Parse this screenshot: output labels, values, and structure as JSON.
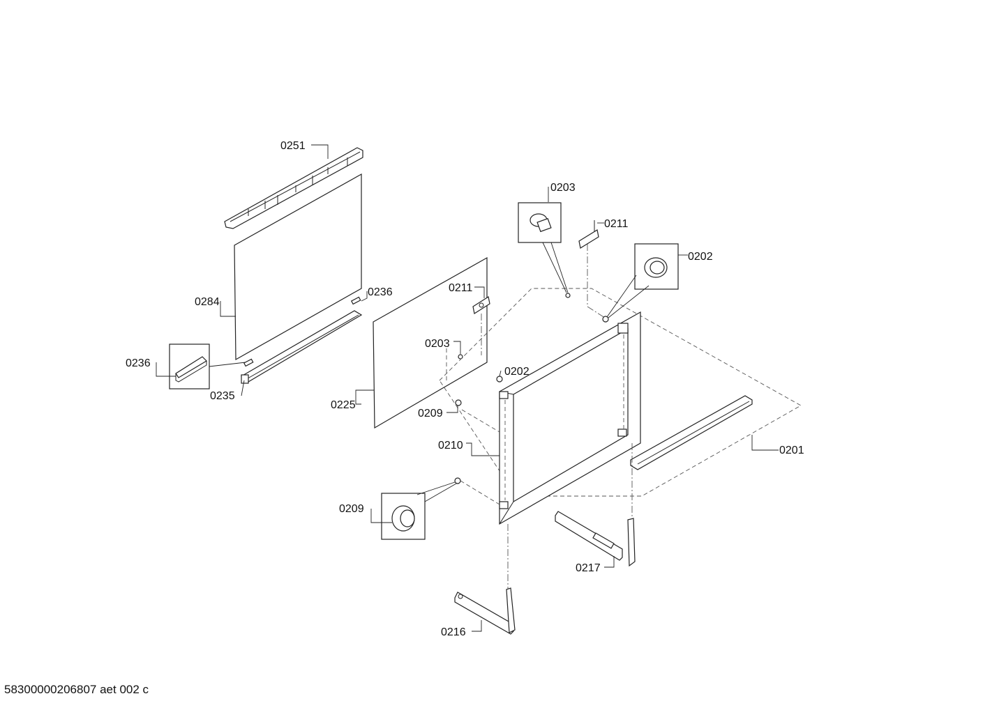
{
  "callouts": [
    {
      "id": "c0251",
      "text": "0251"
    },
    {
      "id": "c0284",
      "text": "0284"
    },
    {
      "id": "c0236a",
      "text": "0236"
    },
    {
      "id": "c0236b",
      "text": "0236"
    },
    {
      "id": "c0235",
      "text": "0235"
    },
    {
      "id": "c0225",
      "text": "0225"
    },
    {
      "id": "c0211a",
      "text": "0211"
    },
    {
      "id": "c0203a",
      "text": "0203"
    },
    {
      "id": "c0202a",
      "text": "0202"
    },
    {
      "id": "c0209a",
      "text": "0209"
    },
    {
      "id": "c0210",
      "text": "0210"
    },
    {
      "id": "c0209b",
      "text": "0209"
    },
    {
      "id": "c0203b",
      "text": "0203"
    },
    {
      "id": "c0211b",
      "text": "0211"
    },
    {
      "id": "c0202b",
      "text": "0202"
    },
    {
      "id": "c0201",
      "text": "0201"
    },
    {
      "id": "c0217",
      "text": "0217"
    },
    {
      "id": "c0216",
      "text": "0216"
    }
  ],
  "footer": {
    "code": "58300000206807 aet 002 c"
  }
}
